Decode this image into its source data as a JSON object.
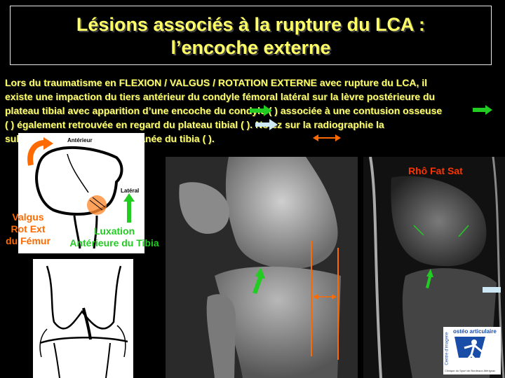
{
  "title": {
    "line1": "Lésions associés à la rupture du LCA :",
    "line2": "l’encoche externe"
  },
  "paragraph": {
    "line1": "Lors du traumatisme en FLEXION / VALGUS / ROTATION EXTERNE avec rupture du LCA, il",
    "line2": "existe une impaction du tiers antérieur du condyle fémoral latéral sur la lèvre postérieure du",
    "line3": "plateau tibial avec apparition d’une encoche du condyle (        ) associée à une contusion osseuse",
    "line4": "(        ) également retrouvée en  regard du plateau tibial (        ). Notez sur la radiographie la",
    "line5": "subluxation                                       antérieure spontanée du tibia (          )."
  },
  "diagram": {
    "label_anterior": "Antérieur",
    "label_lateral": "Latéral"
  },
  "captions": {
    "valgus_l1": "Valgus",
    "valgus_l2": "Rot Ext",
    "valgus_l3": "du Fémur",
    "luxation_l1": "Luxation",
    "luxation_l2": "Antérieure du Tibia"
  },
  "mri_label": "Rhô Fat Sat",
  "logo": {
    "line1": "ostéo articulaire",
    "side": "Centre d'imagerie",
    "bottom": "Clinique du Sport de Bordeaux-Mérignac"
  },
  "colors": {
    "title_yellow": "#ffff66",
    "arrow_green": "#22cc22",
    "arrow_orange": "#ff6a00",
    "arrow_lightblue": "#cfe8f5",
    "mri_label_red": "#ff3300"
  }
}
